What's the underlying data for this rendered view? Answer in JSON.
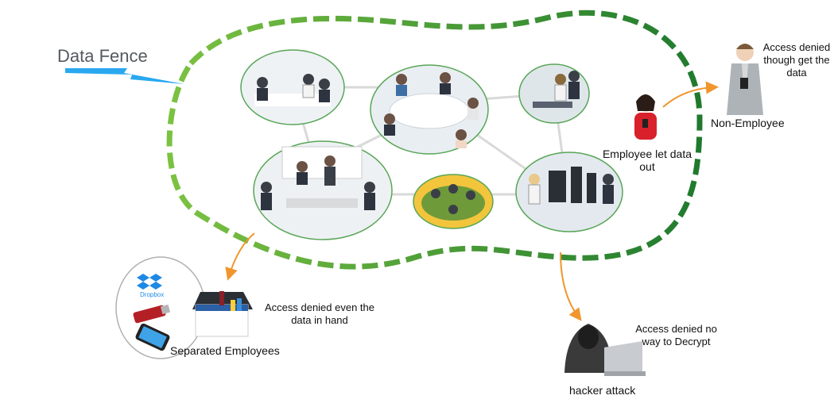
{
  "title": "Data Fence",
  "colors": {
    "fence_light": "#7cc242",
    "fence_dark": "#1f7a2e",
    "photo_border": "#58a657",
    "arrow": "#f0962c",
    "bolt": "#29a8f0",
    "connector": "#d9d9d9"
  },
  "nodes": [
    {
      "id": "meeting-room",
      "icon": "business-meeting-photo"
    },
    {
      "id": "boardroom-table",
      "icon": "boardroom-table-photo"
    },
    {
      "id": "office-desk",
      "icon": "office-workers-photo"
    },
    {
      "id": "presentation",
      "icon": "presentation-room-photo"
    },
    {
      "id": "lounge",
      "icon": "casual-lounge-photo"
    },
    {
      "id": "computer-lab",
      "icon": "computer-lab-photo"
    }
  ],
  "actors": {
    "leaker": {
      "label": "Employee let data out",
      "icon": "woman-with-phone-icon"
    },
    "non_employee": {
      "label": "Non-Employee",
      "status": "Access denied though get the data",
      "icon": "businessman-icon"
    },
    "separated": {
      "label": "Separated Employees",
      "status": "Access denied even the data in hand",
      "icon": "employee-with-box-icon"
    },
    "hacker": {
      "label": "hacker attack",
      "status": "Access denied no way to Decrypt",
      "icon": "hacker-laptop-icon"
    }
  },
  "devices": [
    {
      "name": "Dropbox",
      "icon": "dropbox-icon"
    },
    {
      "name": "",
      "icon": "usb-drive-icon"
    },
    {
      "name": "",
      "icon": "smartphone-icon"
    }
  ]
}
